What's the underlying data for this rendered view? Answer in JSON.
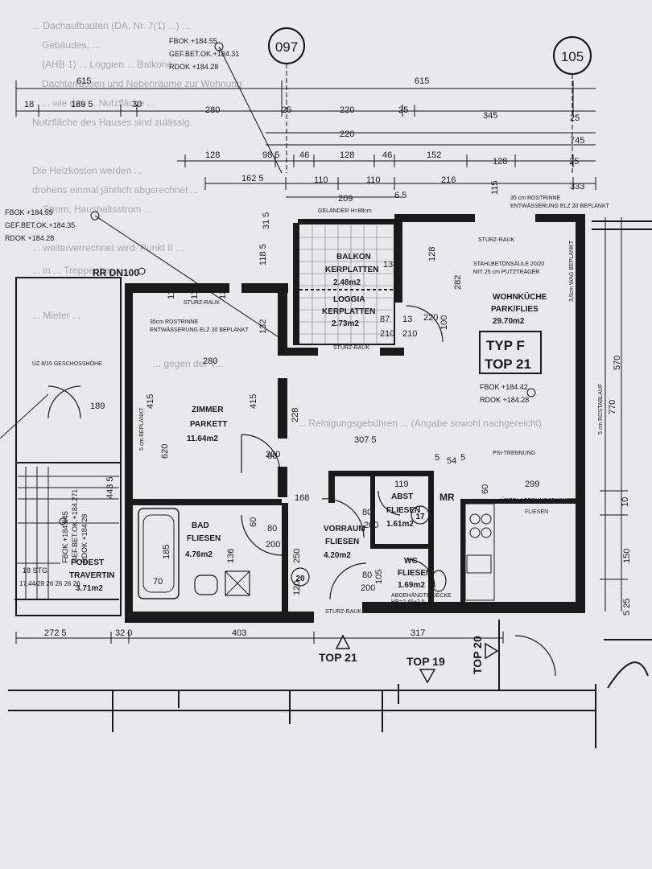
{
  "axis_markers": {
    "left": "097",
    "right": "105"
  },
  "levels": {
    "top": {
      "fbok": "FBOK +184.55",
      "gef": "GEF.BET.OK.+184.31",
      "rdok": "RDOK +184.28"
    },
    "left": {
      "fbok": "FBOK +184.59",
      "gef": "GEF.BET.OK.+184.35",
      "rdok": "RDOK +184.28"
    },
    "main": {
      "fbok": "FBOK +184.42",
      "rdok": "RDOK +184.28"
    },
    "stair": {
      "fbok": "FBOK +184.845",
      "gef": "GEF.BET.OK.+184.271",
      "rdok": "RDOK +184.28"
    }
  },
  "dimensions": {
    "d615a": "615",
    "d615b": "615",
    "d18": "18",
    "d1895": "189 5",
    "d30": "30",
    "d280a": "280",
    "d25a": "25",
    "d220a": "220",
    "d25b": "25",
    "d345": "345",
    "d25c": "25",
    "d220b": "220",
    "d745": "745",
    "d128a": "128",
    "d985": "98 5",
    "d46a": "46",
    "d128b": "128",
    "d46b": "46",
    "d152": "152",
    "d128c": "128",
    "d25d": "25",
    "d1625": "162 5",
    "d110a": "110",
    "d110b": "110",
    "d216": "216",
    "d115a": "115",
    "d333": "333",
    "d209": "209",
    "d65": "6 5",
    "d315": "31 5",
    "d1185": "118 5",
    "d115b": "115",
    "d115c": "115",
    "d132a": "132",
    "d132b": "132",
    "d415a": "415",
    "d415b": "415",
    "d280b": "280",
    "d620": "620",
    "d228": "228",
    "d3075": "307 5",
    "d54": "54",
    "d5a": "5",
    "d5b": "5",
    "d299": "299",
    "d60": "60",
    "d570": "570",
    "d770": "770",
    "d10": "10",
    "d150": "150",
    "d525": "5 25",
    "d119": "119",
    "d4435": "443 5",
    "d2725": "272 5",
    "d320": "32 0",
    "d403": "403",
    "d317": "317",
    "d189b": "189",
    "d185": "185",
    "d136": "136",
    "d70": "70",
    "d60b": "60",
    "d80a": "80",
    "d200a": "200",
    "d80b": "80",
    "d200b": "200",
    "d100": "100",
    "d135": "135",
    "d128d": "128",
    "d282": "282",
    "d220c": "220",
    "d210a": "210",
    "d210b": "210",
    "d87": "87",
    "d13": "13",
    "d80c": "80",
    "d200c": "200",
    "d80d": "80",
    "d200d": "200",
    "d105": "105",
    "d250": "250",
    "d120": "120",
    "d168": "168"
  },
  "annotations": {
    "rr": "RR DN100",
    "gelander": "GELÄNDER H=88cm",
    "rostrinne_top": "35 cm ROSTRINNE",
    "entwaesserung": "ENTWÄSSERUNG ELZ 20 BEPLANKT",
    "rostrinne_left": "35cm ROSTRINNE",
    "entwaess_left": "ENTWÄSSERUNG ELZ 20 BEPLANKT",
    "stahlbetonsaeule": "STAHLBETONSÄULE 20/20",
    "putztraeger": "MIT 25 cm PUTZTRÄGER",
    "sturz_rauk": "STURZ-RAUK",
    "schacht": "3,5cm WAG BEPLANKT",
    "psi": "PSI-TRENNUNG",
    "ueberlagerung": "ÜBERLAGERUNGSPARKETT",
    "fliesen_note": "FLIESEN",
    "gerschoss": "ÜZ 8/15 GESCHOSSHÖHE",
    "abgehaengte": "ABGEHÄNGTE DECKE",
    "hr": "HR=2.45+2.5",
    "mr": "MR",
    "stg": "18 STG",
    "stairs_dims": "17,44/28 26 26 26 26",
    "rostr_v": "5 cm ROSTABLAUF",
    "beplankt_v": "5 cm BEPLANKT"
  },
  "rooms": {
    "balkon": {
      "name": "BALKON",
      "finish": "KERPLATTEN",
      "area": "2.48m2"
    },
    "loggia": {
      "name": "LOGGIA",
      "finish": "KERPLATTEN",
      "area": "2.73m2"
    },
    "wohnkueche": {
      "name": "WOHNKÜCHE",
      "finish": "PARK/FLIES",
      "area": "29.70m2"
    },
    "zimmer": {
      "name": "ZIMMER",
      "finish": "PARKETT",
      "area": "11.64m2"
    },
    "bad": {
      "name": "BAD",
      "finish": "FLIESEN",
      "area": "4.76m2"
    },
    "vorraum": {
      "name": "VORRAUM",
      "finish": "FLIESEN",
      "area": "4.20m2"
    },
    "abst": {
      "name": "ABST",
      "finish": "FLIESEN",
      "area": "1.61m2"
    },
    "wc": {
      "name": "WC",
      "finish": "FLIESEN",
      "area": "1.69m2"
    },
    "podest": {
      "name": "PODEST",
      "finish": "TRAVERTIN",
      "area": "3.71m2"
    }
  },
  "unit_tag": {
    "type": "TYP F",
    "top": "TOP 21"
  },
  "entries": {
    "top21": "TOP 21",
    "top19": "TOP 19",
    "top20": "TOP 20"
  },
  "circle_numbers": {
    "n17": "17",
    "n20": "20"
  },
  "background_text": {
    "l1": "... Dachaufbauten (DA, Nr. 7(1) ...) ...",
    "l2": "Gebäudes, ... ",
    "l3": "(AHB 1) ... Loggien ... Balkone",
    "l4": "Dachterrassen und Nebenräume zur Wohnung",
    "l5": "... wie das ... Nutzfläche ...",
    "l6": "Nutzfläche des Hauses sind zulässig.",
    "l7": "Die Heizkosten werden ...",
    "l8": "drohens einmal jährlich abgerechnet ...",
    "l9": "... Strom, Haushaltsstrom ...",
    "l10": "... weiterverrechnet wird. Punkt II ...",
    "l11": "... in ... Treppenhaus ...",
    "l12": "... Mieter ...",
    "l13": "... Reinigungsgebühren ... (Angabe sowohl nachgereicht)",
    "l14": "... gegen der V..."
  }
}
